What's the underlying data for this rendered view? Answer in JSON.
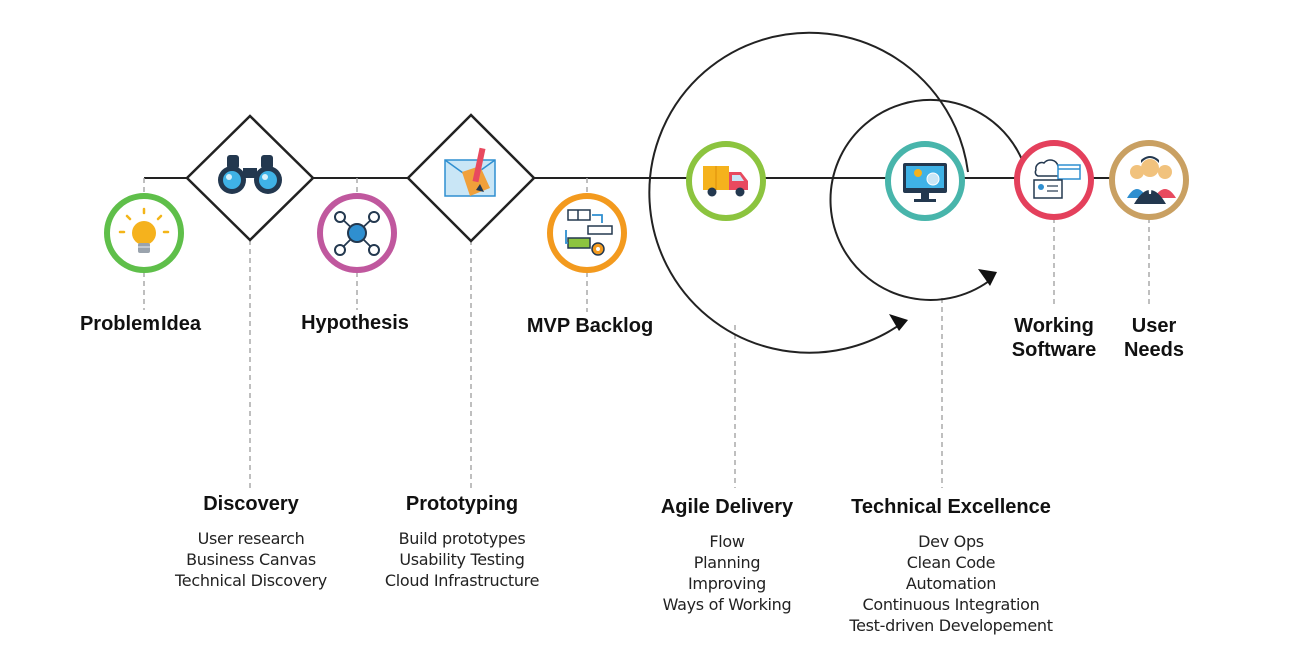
{
  "stages": {
    "problem": "Problem",
    "idea": "Idea",
    "hypothesis": "Hypothesis",
    "mvp_backlog": "MVP Backlog",
    "working_software": [
      "Working",
      "Software"
    ],
    "user_needs": [
      "User",
      "Needs"
    ]
  },
  "phases": [
    {
      "title": "Discovery",
      "items": [
        "User research",
        "Business Canvas",
        "Technical Discovery"
      ]
    },
    {
      "title": "Prototyping",
      "items": [
        "Build prototypes",
        "Usability Testing",
        "Cloud Infrastructure"
      ]
    },
    {
      "title": "Agile Delivery",
      "items": [
        "Flow",
        "Planning",
        "Improving",
        "Ways of Working"
      ]
    },
    {
      "title": "Technical Excellence",
      "items": [
        "Dev Ops",
        "Clean Code",
        "Automation",
        "Continuous Integration",
        "Test-driven Developement"
      ]
    }
  ],
  "colors": {
    "bulb_ring": "#5fbf4a",
    "hypothesis_ring": "#c0589e",
    "backlog_ring": "#f39a1e",
    "delivery_ring": "#8cc43f",
    "excellence_ring": "#48b5ab",
    "software_ring": "#e4405c",
    "needs_ring": "#c9a062",
    "line": "#222222",
    "dashed": "#aaaaaa"
  },
  "icons": {
    "problem": "lightbulb-icon",
    "discovery": "binoculars-icon",
    "hypothesis": "network-icon",
    "prototyping": "design-tools-icon",
    "mvp_backlog": "backlog-flow-icon",
    "agile_delivery": "delivery-truck-icon",
    "technical_excellence": "monitor-gear-icon",
    "working_software": "web-app-icon",
    "user_needs": "users-group-icon"
  }
}
